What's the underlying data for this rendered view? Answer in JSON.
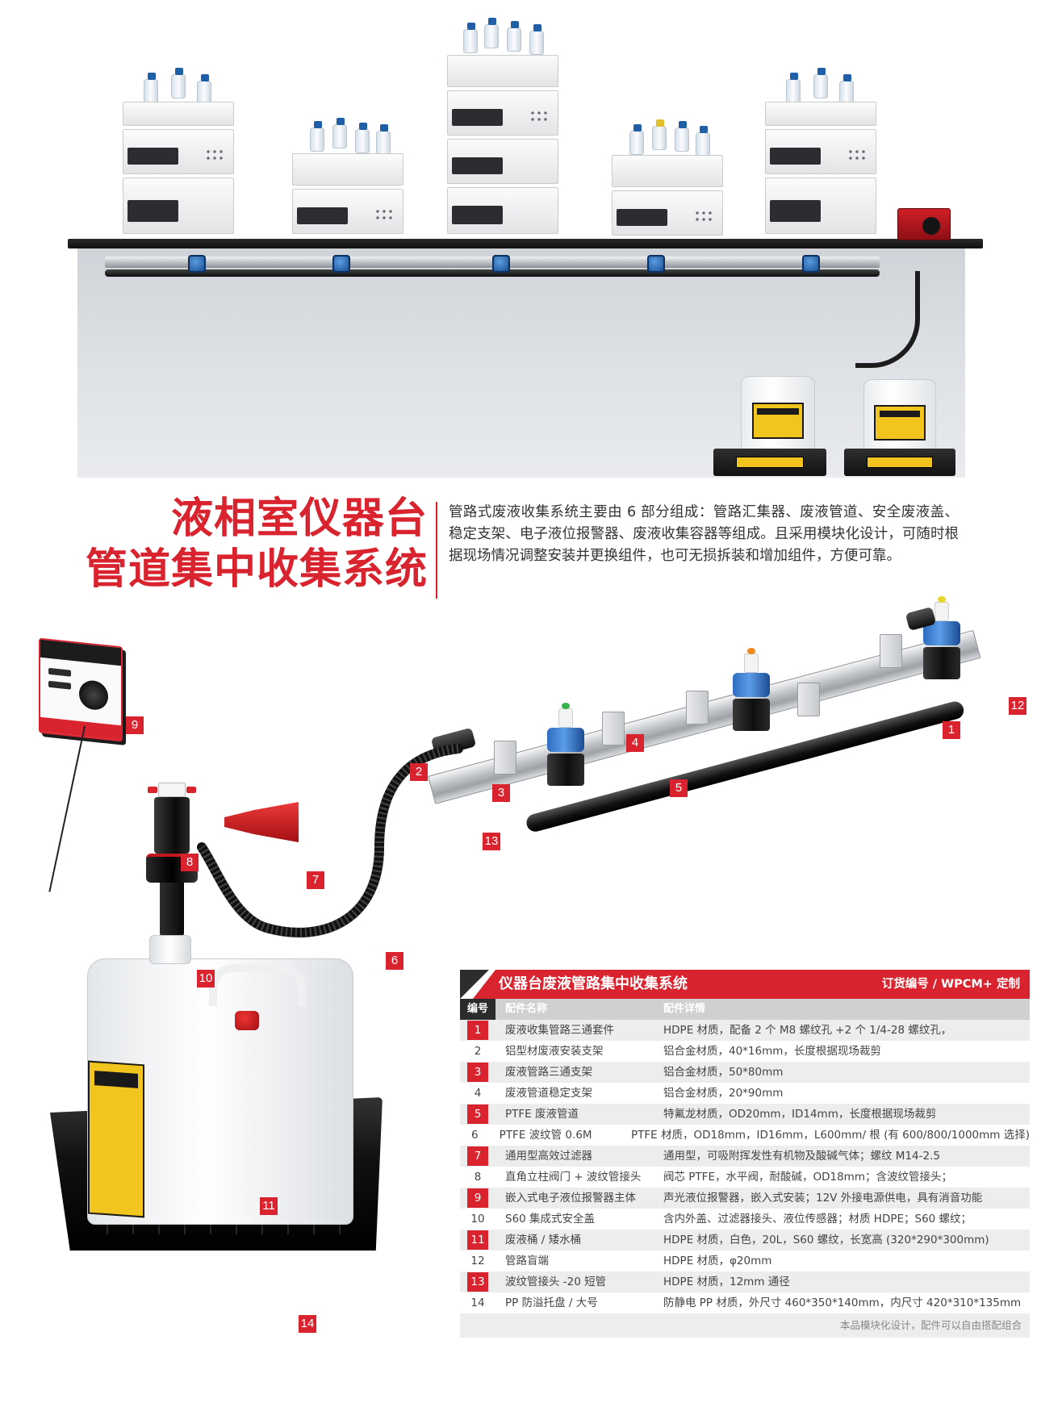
{
  "headline": {
    "line1": "液相室仪器台",
    "line2": "管道集中收集系统"
  },
  "description": "管路式废液收集系统主要由 6 部分组成：管路汇集器、废液管道、安全废液盖、稳定支架、电子液位报警器、废液收集容器等组成。且采用模块化设计，可随时根据现场情况调整安装并更换组件，也可无损拆装和增加组件，方便可靠。",
  "callouts": [
    "1",
    "2",
    "3",
    "4",
    "5",
    "6",
    "7",
    "8",
    "9",
    "10",
    "11",
    "12",
    "13",
    "14"
  ],
  "table": {
    "title": "仪器台废液管路集中收集系统",
    "order_code": "订货编号 / WPCM+ 定制",
    "headers": {
      "num": "编号",
      "name": "配件名称",
      "detail": "配件详情"
    },
    "rows": [
      {
        "num": "1",
        "name": "废液收集管路三通套件",
        "detail": "HDPE 材质，配备 2 个 M8 螺纹孔 +2 个 1/4-28 螺纹孔，",
        "highlight": true
      },
      {
        "num": "2",
        "name": "铝型材废液安装支架",
        "detail": "铝合金材质，40*16mm，长度根据现场裁剪",
        "highlight": false
      },
      {
        "num": "3",
        "name": "废液管路三通支架",
        "detail": "铝合金材质，50*80mm",
        "highlight": true
      },
      {
        "num": "4",
        "name": "废液管道稳定支架",
        "detail": "铝合金材质，20*90mm",
        "highlight": false
      },
      {
        "num": "5",
        "name": "PTFE 废液管道",
        "detail": "特氟龙材质，OD20mm，ID14mm，长度根据现场裁剪",
        "highlight": true
      },
      {
        "num": "6",
        "name": "PTFE 波纹管 0.6M",
        "detail": "PTFE 材质，OD18mm，ID16mm，L600mm/ 根 (有 600/800/1000mm 选择)",
        "highlight": false
      },
      {
        "num": "7",
        "name": "通用型高效过滤器",
        "detail": "通用型，可吸附挥发性有机物及酸碱气体；螺纹 M14-2.5",
        "highlight": true
      },
      {
        "num": "8",
        "name": "直角立柱阀门 + 波纹管接头",
        "detail": "阀芯 PTFE，水平阀，耐酸碱，OD18mm；含波纹管接头；",
        "highlight": false
      },
      {
        "num": "9",
        "name": "嵌入式电子液位报警器主体",
        "detail": "声光液位报警器，嵌入式安装；12V 外接电源供电，具有消音功能",
        "highlight": true
      },
      {
        "num": "10",
        "name": "S60 集成式安全盖",
        "detail": "含内外盖、过滤器接头、液位传感器；材质 HDPE；S60 螺纹；",
        "highlight": false
      },
      {
        "num": "11",
        "name": "废液桶 / 矮水桶",
        "detail": "HDPE 材质，白色，20L，S60 螺纹，长宽高 (320*290*300mm)",
        "highlight": true
      },
      {
        "num": "12",
        "name": "管路盲端",
        "detail": "HDPE 材质，φ20mm",
        "highlight": false
      },
      {
        "num": "13",
        "name": "波纹管接头 -20 短管",
        "detail": "HDPE 材质，12mm 通径",
        "highlight": true
      },
      {
        "num": "14",
        "name": "PP 防溢托盘 / 大号",
        "detail": "防静电 PP 材质，外尺寸 460*350*140mm，内尺寸 420*310*135mm",
        "highlight": false
      }
    ],
    "footnote": "本品模块化设计，配件可以自由搭配组合"
  },
  "colors": {
    "brand_red": "#d9232e",
    "dark": "#2b2b2b",
    "row_alt": "#ededee"
  }
}
